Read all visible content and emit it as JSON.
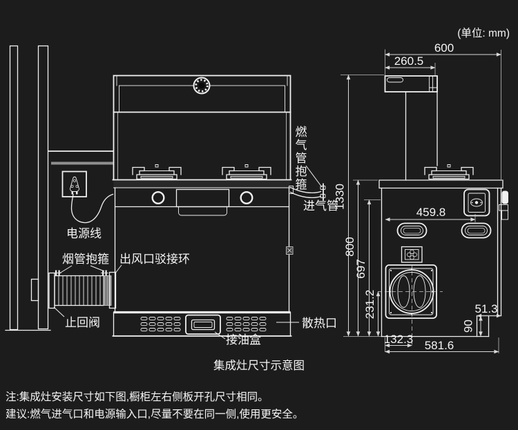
{
  "page": {
    "unit_label": "(单位: mm)",
    "caption": "集成灶尺寸示意图",
    "note1": "注:集成灶安装尺寸如下图,橱柜左右侧板开孔尺寸相同。",
    "note2": "建议:燃气进气口和电源输入口,尽量不要在同一侧,使用更安全。"
  },
  "labels": {
    "power_cord": "电源线",
    "smoke_pipe_clamp": "烟管抱箍",
    "outlet_ring": "出风口驳接环",
    "check_valve": "止回阀",
    "oil_box": "接油盒",
    "heat_vent": "散热口",
    "intake_pipe": "进气管",
    "gas_pipe_clamp_chars": [
      "燃",
      "气",
      "管",
      "抱",
      "箍"
    ]
  },
  "dimensions": {
    "total_depth": "600",
    "head_depth": "260.5",
    "total_height": "1330",
    "body_height": "800",
    "inner_height": "697",
    "fan_center_height": "231.2",
    "fan_center_depth": "132.3",
    "base_depth": "581.6",
    "notch_depth": "51.3",
    "notch_height": "90",
    "socket_depth": "459.8"
  },
  "colors": {
    "background": "#1c1c1c",
    "line": "#f0f0f0",
    "dim_line": "#d8d8d8",
    "text": "#f5f5f5",
    "gray_accent": "#8f8f8f"
  }
}
